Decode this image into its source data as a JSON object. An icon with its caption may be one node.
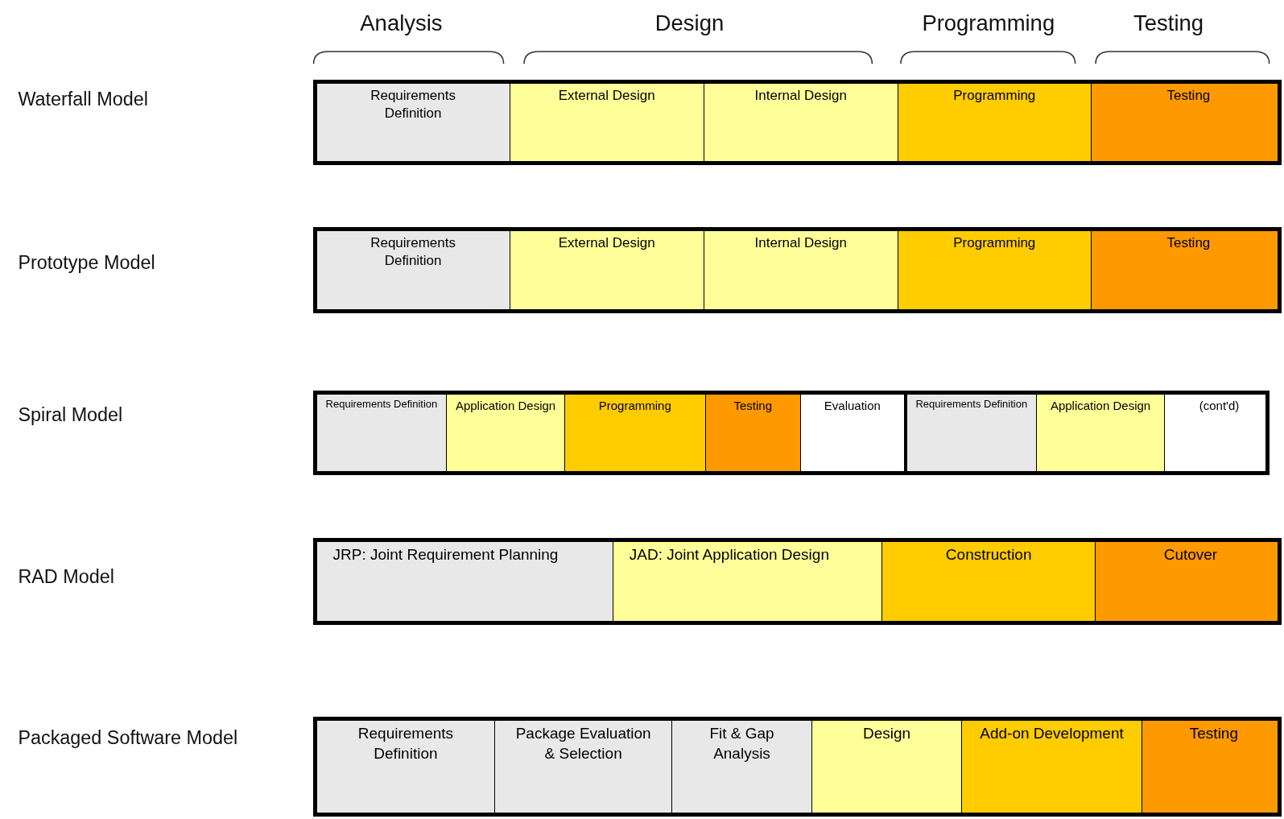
{
  "diagram": {
    "nodes": [
      {
        "text": [],
        "shape": "bar"
      },
      {
        "text": [
          "Requirements Definition"
        ],
        "in": 0
      },
      {
        "text": [
          "External Design"
        ],
        "in": 0
      },
      {
        "text": [
          "Internal Design"
        ],
        "in": 0
      },
      {
        "text": [
          "Programming"
        ],
        "in": 0
      },
      {
        "text": [
          "Testing"
        ],
        "in": 0
      },
      {
        "text": [],
        "shape": "bar"
      },
      {
        "text": [
          "Requirements Definition"
        ],
        "in": 6
      },
      {
        "text": [
          "External Design"
        ],
        "in": 6
      },
      {
        "text": [
          "Internal Design"
        ],
        "in": 6
      },
      {
        "text": [
          "Programming"
        ],
        "in": 6
      },
      {
        "text": [
          "Testing"
        ],
        "in": 6
      },
      {
        "text": [],
        "shape": "bar"
      },
      {
        "text": [
          "Requirements Definition"
        ],
        "in": 12
      },
      {
        "text": [
          "Application Design"
        ],
        "in": 12
      },
      {
        "text": [
          "Programming"
        ],
        "in": 12
      },
      {
        "text": [
          "Testing"
        ],
        "in": 12
      },
      {
        "text": [
          "Evaluation"
        ],
        "in": 12
      },
      {
        "text": [
          "Requirements Definition"
        ],
        "in": 12
      },
      {
        "text": [
          "Application Design"
        ],
        "in": 12
      },
      {
        "text": [
          "(cont'd)"
        ],
        "in": 12
      },
      {
        "text": [],
        "shape": "bar"
      },
      {
        "text": [
          "JRP: Joint Requirement Planning"
        ],
        "in": 21
      },
      {
        "text": [
          "JAD:  Joint Application Design"
        ],
        "in": 21
      },
      {
        "text": [
          "Construction"
        ],
        "in": 21
      },
      {
        "text": [
          "Cutover"
        ],
        "in": 21
      },
      {
        "text": [],
        "shape": "bar"
      },
      {
        "text": [
          "Requirements Definition"
        ],
        "in": 26
      },
      {
        "text": [
          "Package Evaluation & Selection"
        ],
        "in": 26
      },
      {
        "text": [
          "Fit & Gap Analysis"
        ],
        "in": 26
      },
      {
        "text": [
          "Design"
        ],
        "in": 26
      },
      {
        "text": [
          "Add-on Development"
        ],
        "in": 26
      },
      {
        "text": [
          "Testing"
        ],
        "in": 26
      }
    ],
    "edges": [],
    "labels": [
      "Analysis",
      "Design",
      "Programming",
      "Testing",
      "Waterfall Model",
      "Prototype Model",
      "Spiral Model",
      "RAD Model",
      "Packaged Software Model"
    ]
  }
}
